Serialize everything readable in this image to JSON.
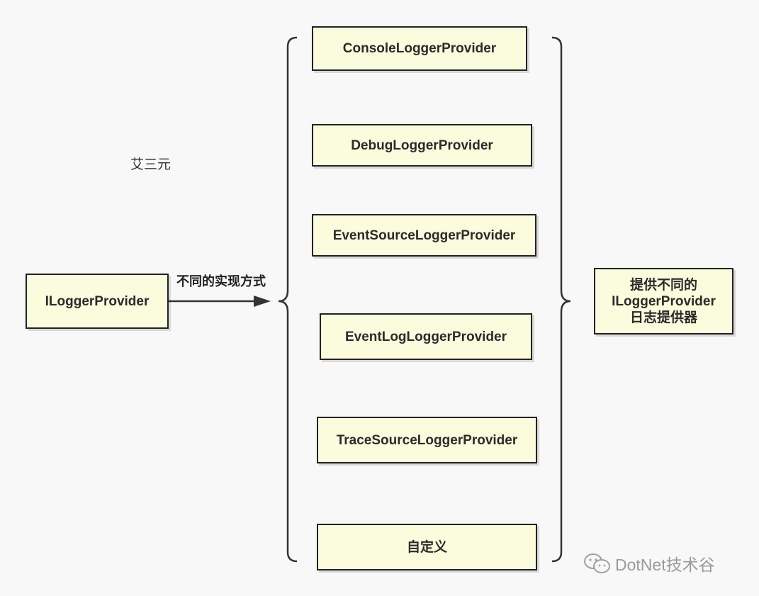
{
  "author": "艾三元",
  "source": {
    "label": "ILoggerProvider"
  },
  "edge_label": "不同的实现方式",
  "providers": [
    "ConsoleLoggerProvider",
    "DebugLoggerProvider",
    "EventSourceLoggerProvider",
    "EventLogLoggerProvider",
    "TraceSourceLoggerProvider",
    "自定义"
  ],
  "result": {
    "lines": [
      "提供不同的",
      "ILoggerProvider",
      "日志提供器"
    ]
  },
  "watermark": {
    "icon": "wechat-icon",
    "text": "DotNet技术谷"
  },
  "colors": {
    "box_fill": "#fbfbdd",
    "box_border": "#222222",
    "background": "#f8f8f8",
    "watermark": "#9a9a9a"
  }
}
